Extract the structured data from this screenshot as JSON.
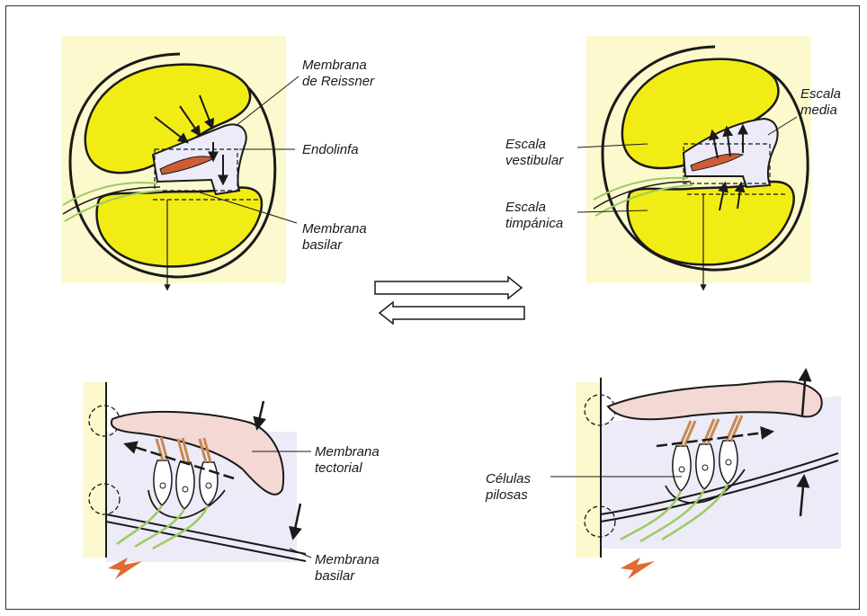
{
  "colors": {
    "canal_fill": "#f2ec15",
    "pale_yellow": "#fbf9cd",
    "outline": "#1a1a1a",
    "endolymph": "#ecebf7",
    "tectorial": "#f3d8d4",
    "organ": "#cc5d36",
    "hair": "#c98850",
    "nerve": "#9ccb62",
    "spark": "#e06a2f"
  },
  "icons": [
    "double-arrow-icon",
    "spark-icon"
  ],
  "labels": {
    "membrana_reissner": "Membrana\nde Reissner",
    "endolinfa": "Endolinfa",
    "membrana_basilar_top": "Membrana\nbasilar",
    "escala_media": "Escala\nmedia",
    "escala_vestibular": "Escala\nvestibular",
    "escala_timpanica": "Escala\ntimpánica",
    "membrana_tectorial": "Membrana\ntectorial",
    "membrana_basilar_bottom": "Membrana\nbasilar",
    "celulas_pilosas": "Células\npilosas"
  }
}
